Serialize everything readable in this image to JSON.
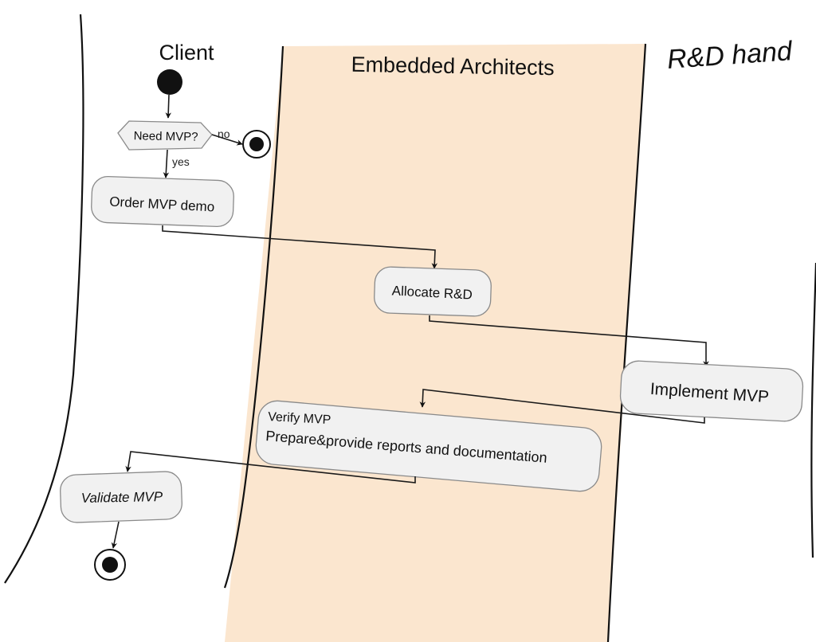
{
  "lanes": {
    "client": "Client",
    "architects": "Embedded Architects",
    "rnd": "R&D hand"
  },
  "nodes": {
    "decision": "Need MVP?",
    "order": "Order MVP demo",
    "allocate": "Allocate R&D",
    "implement": "Implement MVP",
    "verify_line1": "Verify MVP",
    "verify_line2": "Prepare&provide reports and documentation",
    "validate": "Validate MVP"
  },
  "edges": {
    "no": "no",
    "yes": "yes"
  },
  "colors": {
    "lane_fill": "#fbe6cf",
    "node_fill": "#f1f1f1",
    "node_stroke": "#8a8a8a",
    "ink": "#111111"
  }
}
